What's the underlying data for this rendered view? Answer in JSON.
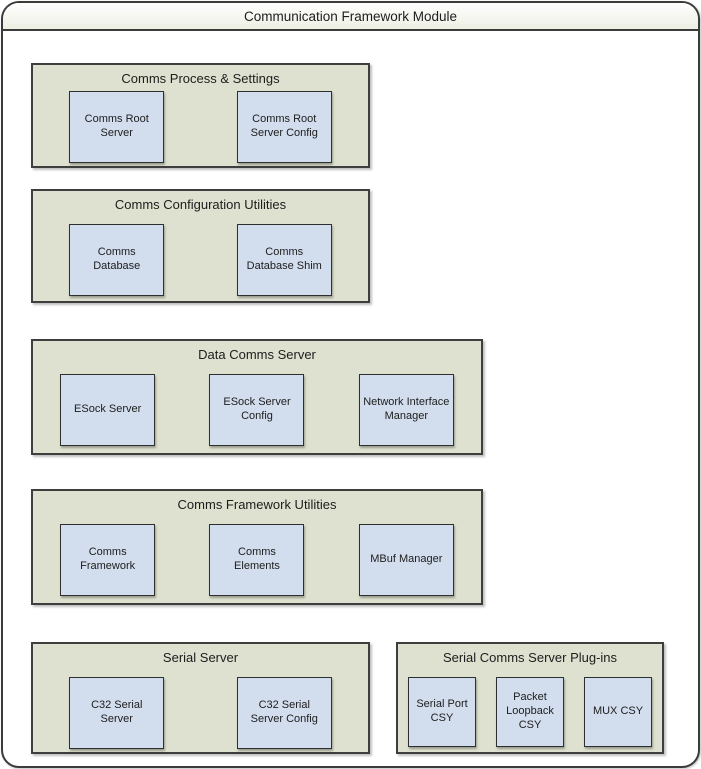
{
  "module": {
    "title": "Communication Framework Module"
  },
  "colors": {
    "frame-border": "#3b3b3b",
    "header-gradient-top": "#ffffff",
    "header-gradient-bottom": "#edefe3",
    "group-bg": "#dee1cf",
    "group-border": "#3e3e3e",
    "box-bg": "#d2ddee",
    "box-border": "#2f2f2f",
    "text": "#1d1d1d"
  },
  "groups": [
    {
      "title": "Comms Process & Settings",
      "boxes": [
        "Comms Root\nServer",
        "Comms Root\nServer Config"
      ]
    },
    {
      "title": "Comms Configuration Utilities",
      "boxes": [
        "Comms\nDatabase",
        "Comms\nDatabase Shim"
      ]
    },
    {
      "title": "Data Comms Server",
      "boxes": [
        "ESock Server",
        "ESock Server\nConfig",
        "Network Interface\nManager"
      ]
    },
    {
      "title": "Comms Framework Utilities",
      "boxes": [
        "Comms\nFramework",
        "Comms\nElements",
        "MBuf Manager"
      ]
    },
    {
      "title": "Serial Server",
      "boxes": [
        "C32 Serial\nServer",
        "C32 Serial\nServer Config"
      ]
    },
    {
      "title": "Serial Comms Server Plug-ins",
      "boxes": [
        "Serial Port\nCSY",
        "Packet\nLoopback\nCSY",
        "MUX CSY"
      ]
    }
  ]
}
